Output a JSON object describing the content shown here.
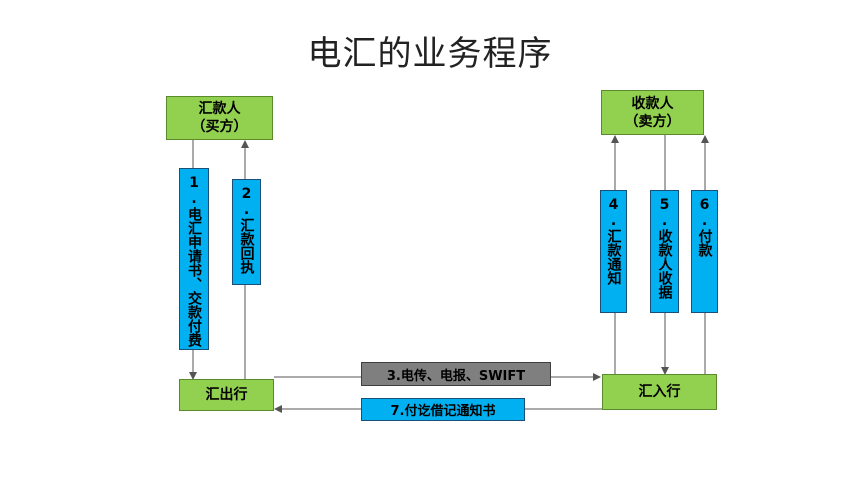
{
  "title": "电汇的业务程序",
  "nodes": {
    "remitter_name": "汇款人",
    "remitter_role": "（买方）",
    "payee_name": "收款人",
    "payee_role": "（卖方）",
    "remitting_bank": "汇出行",
    "paying_bank": "汇入行"
  },
  "steps": {
    "s1": "1.电汇申请书、交款付费",
    "s2": "2.汇款回执",
    "s3": "3.电传、电报、SWIFT",
    "s4": "4.汇款通知",
    "s5": "5.收款人收据",
    "s6": "6.付款",
    "s7": "7.付讫借记通知书"
  },
  "colors": {
    "node_fill": "#92d050",
    "label_fill": "#00b0f0",
    "swift_label_fill": "#7f7f7f"
  }
}
